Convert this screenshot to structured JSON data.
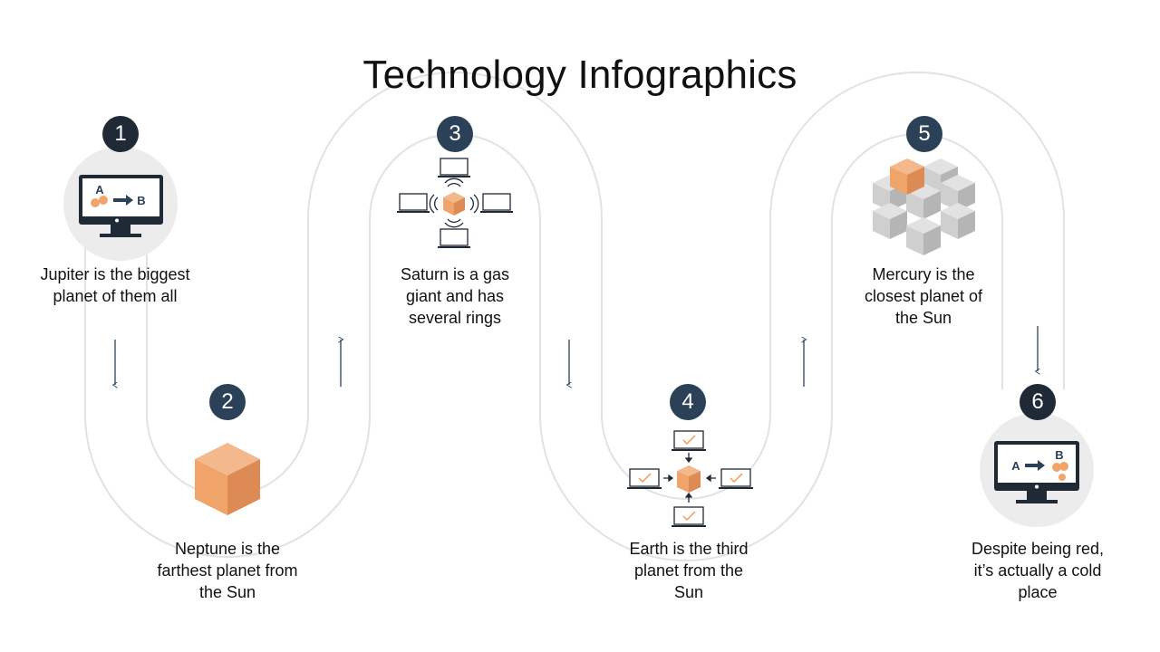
{
  "title": "Technology Infographics",
  "colors": {
    "dark_badge": "#1f2a36",
    "navy_badge": "#2b4157",
    "accent": "#f0a469",
    "path": "#e3e3e3",
    "cube_gray": "#c8c8c8"
  },
  "steps": [
    {
      "number": "1",
      "text": "Jupiter is the biggest planet of them all",
      "icon": "monitor-a-to-b-icon"
    },
    {
      "number": "2",
      "text": "Neptune is the farthest planet from the Sun",
      "icon": "orange-cube-icon"
    },
    {
      "number": "3",
      "text": "Saturn is a gas giant and has several rings",
      "icon": "wireless-network-icon"
    },
    {
      "number": "4",
      "text": "Earth is the third planet from the Sun",
      "icon": "network-check-icon"
    },
    {
      "number": "5",
      "text": "Mercury is the closest planet of the Sun",
      "icon": "cube-cluster-icon"
    },
    {
      "number": "6",
      "text": "Despite being red, it’s actually a cold place",
      "icon": "monitor-a-to-b-icon"
    }
  ],
  "monitor_letters": {
    "a": "A",
    "b": "B"
  }
}
